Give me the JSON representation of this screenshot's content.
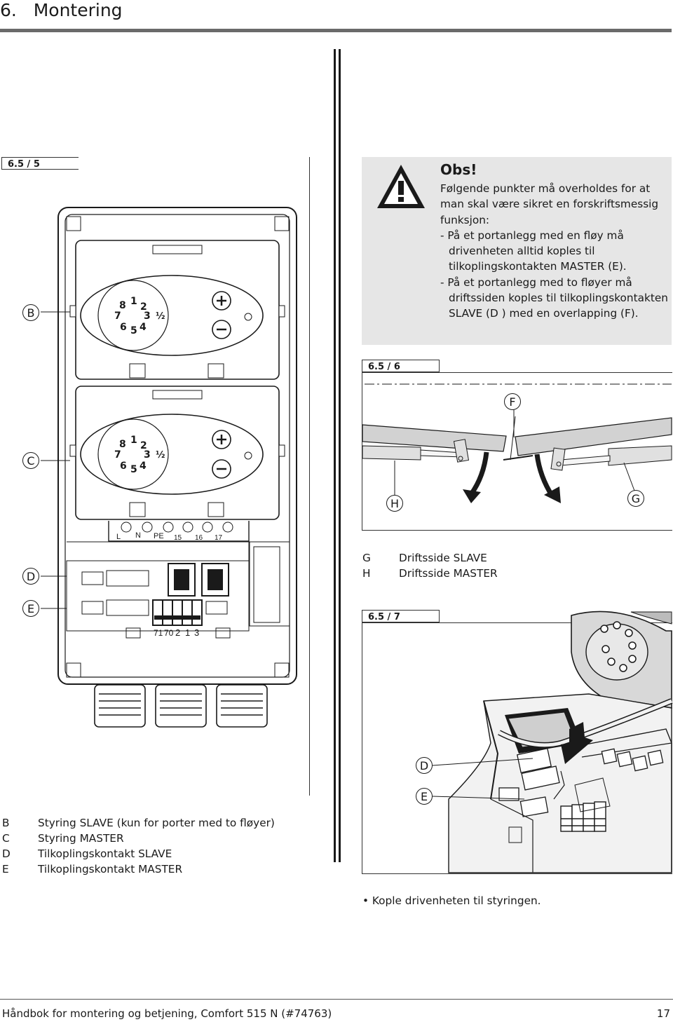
{
  "header": {
    "number": "6.",
    "title": "Montering"
  },
  "fig1": {
    "tag": "6.5 / 5",
    "callouts": [
      "B",
      "C",
      "D",
      "E"
    ],
    "dial_numbers": [
      "8",
      "1",
      "2",
      "7",
      "3",
      "½",
      "6",
      "5",
      "4"
    ],
    "terminal_top": [
      "L",
      "N",
      "PE",
      "15",
      "16",
      "17"
    ],
    "terminal_bottom": [
      "71",
      "70",
      "2",
      "1",
      "3"
    ]
  },
  "warning": {
    "title": "Obs!",
    "intro": "Følgende punkter må overholdes for at man skal være sikret en forskriftsmessig funksjon:",
    "item1": "- På et portanlegg med en fløy må drivenheten alltid koples til tilkoplingskontakten MASTER (E).",
    "item2": "- På et portanlegg med to fløyer må driftssiden koples til tilkoplingskontakten SLAVE (D ) med en overlapping (F)."
  },
  "fig2": {
    "tag": "6.5 / 6",
    "callouts": [
      "F",
      "H",
      "G"
    ],
    "legend": [
      {
        "key": "G",
        "text": "Driftsside SLAVE"
      },
      {
        "key": "H",
        "text": "Driftsside MASTER"
      }
    ]
  },
  "fig3": {
    "tag": "6.5 / 7",
    "callouts": [
      "D",
      "E"
    ]
  },
  "legend_main": [
    {
      "key": "B",
      "text": "Styring SLAVE (kun for porter med to fløyer)"
    },
    {
      "key": "C",
      "text": "Styring MASTER"
    },
    {
      "key": "D",
      "text": "Tilkoplingskontakt SLAVE"
    },
    {
      "key": "E",
      "text": "Tilkoplingskontakt MASTER"
    }
  ],
  "bullet": "Kople drivenheten til styringen.",
  "footer": {
    "left": "Håndbok for montering og betjening, Comfort 515 N (#74763)",
    "page": "17"
  }
}
